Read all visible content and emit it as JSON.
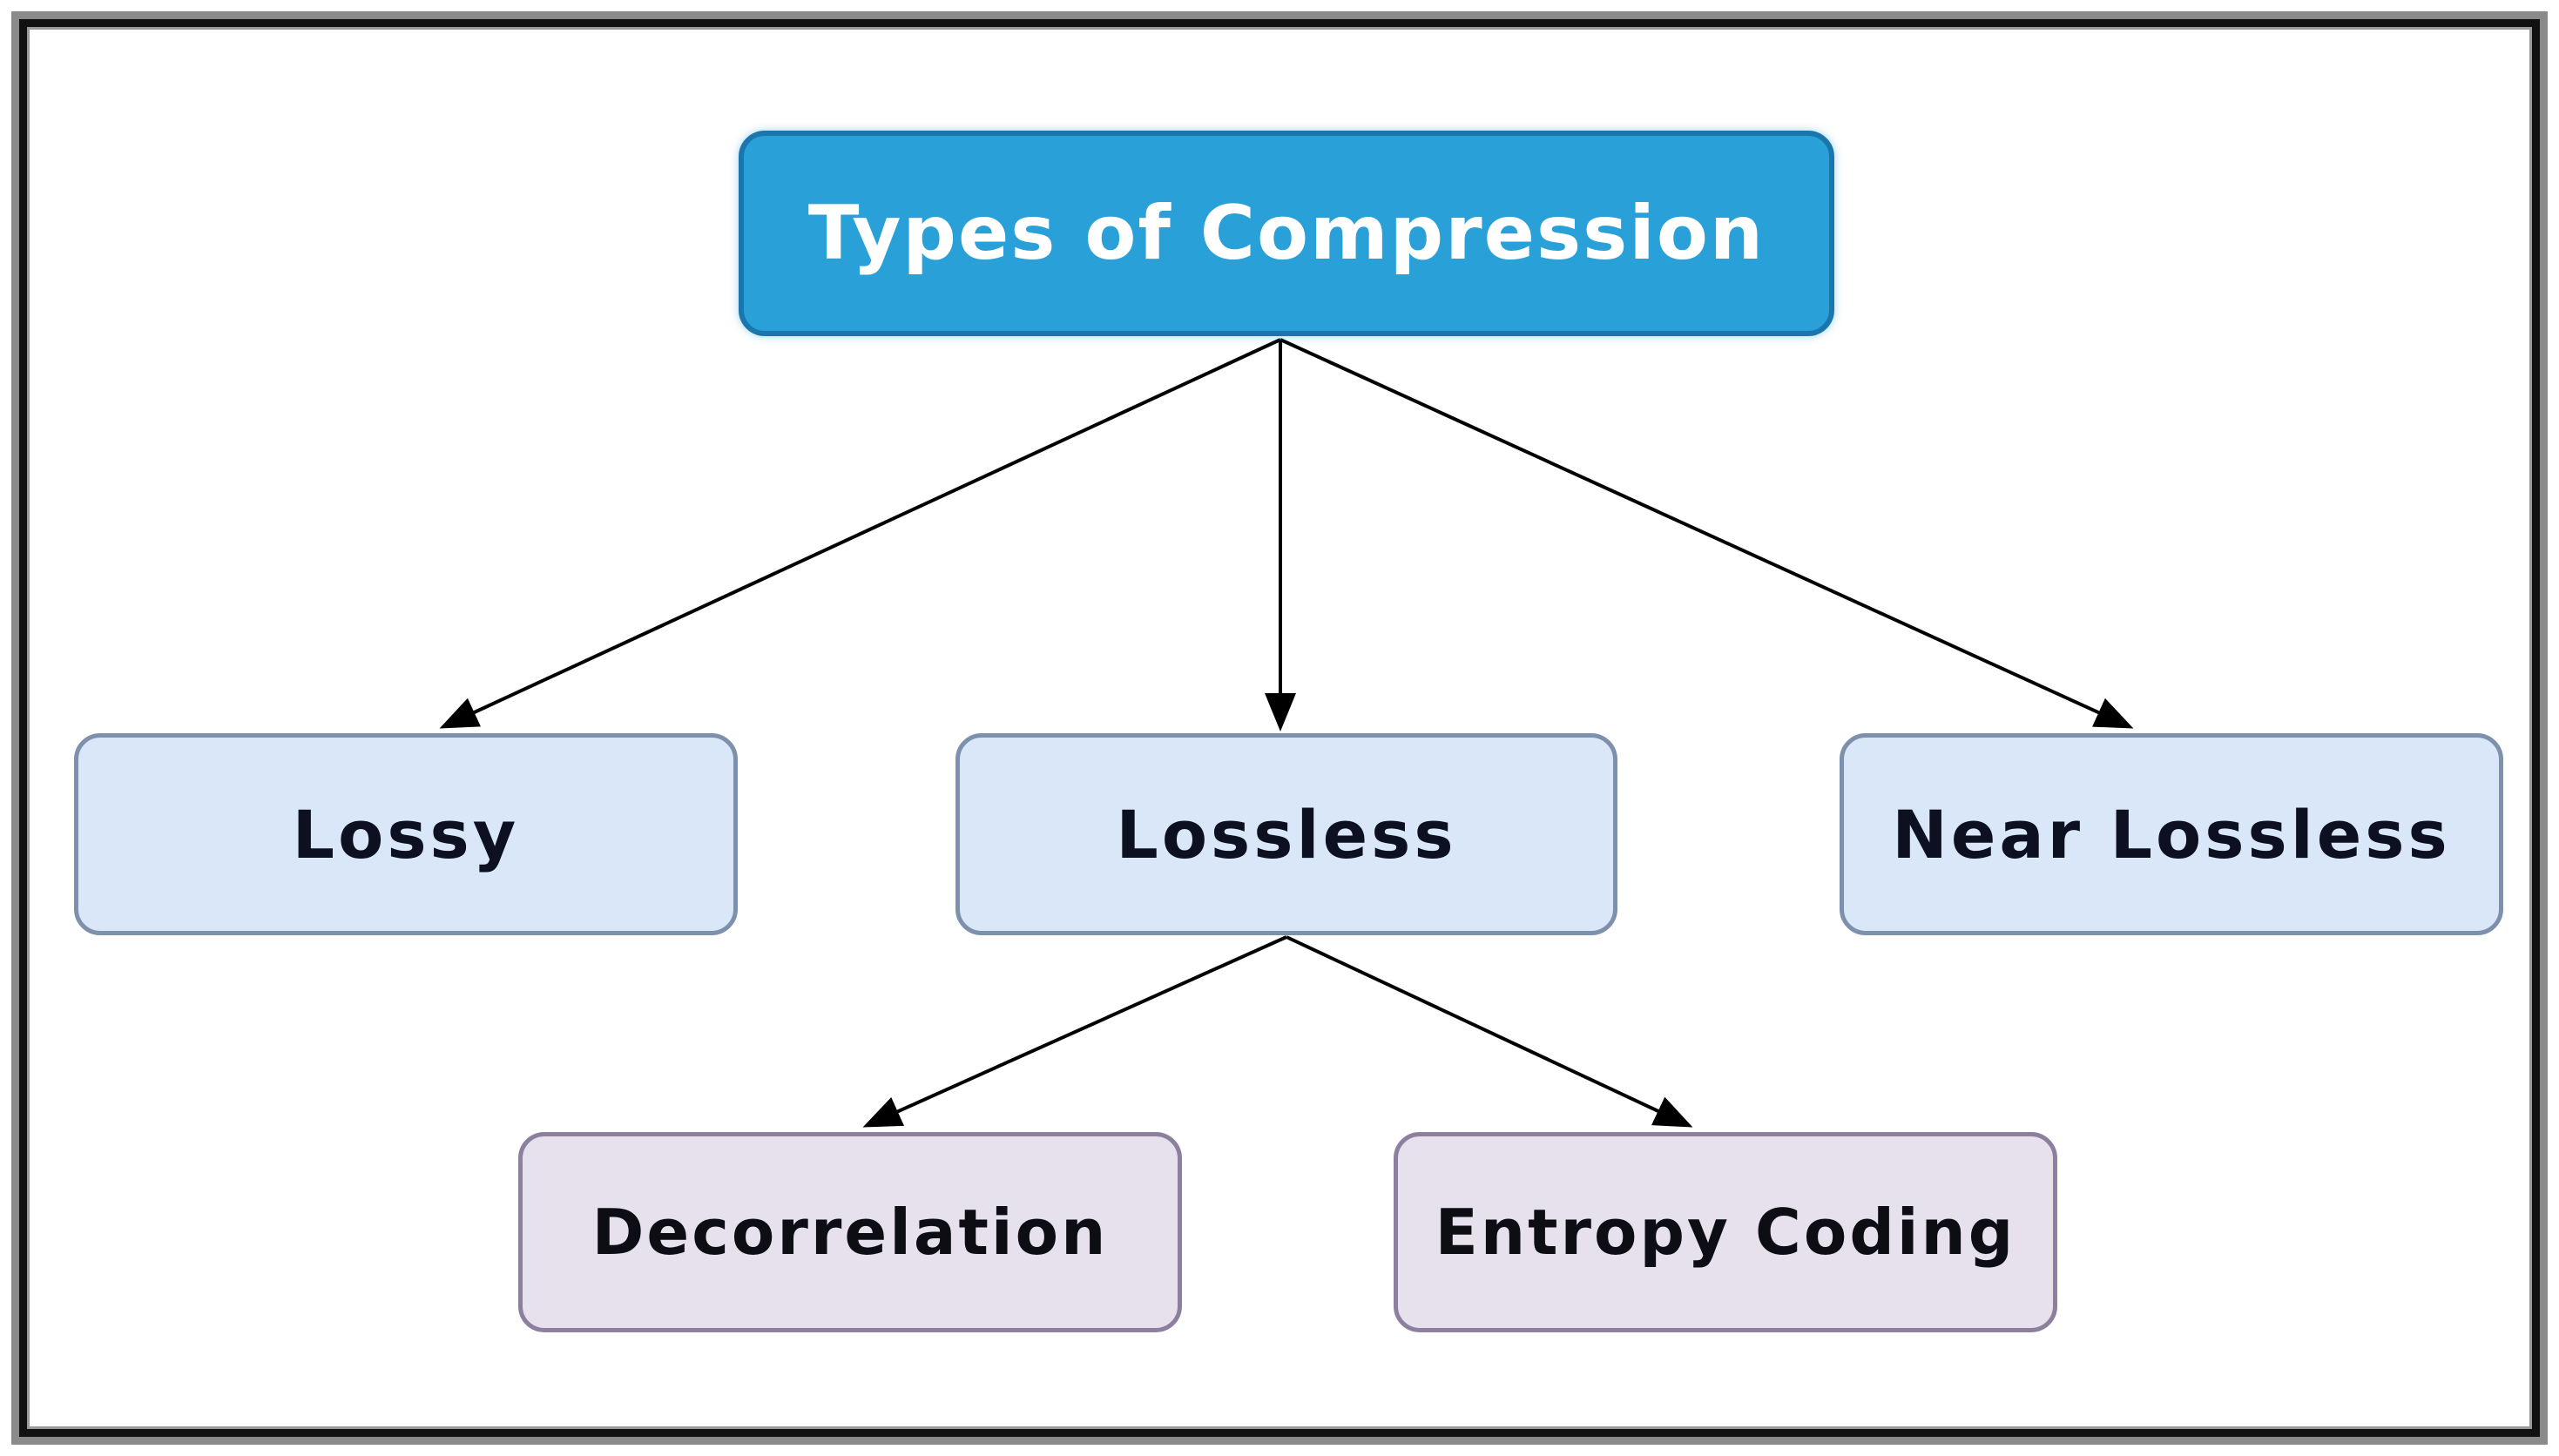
{
  "diagram": {
    "type": "flowchart",
    "background_color": "#ffffff",
    "frame_colors": {
      "outer": "#8a8a8a",
      "inner": "#111111"
    },
    "arrow_color": "#000000",
    "nodes": [
      {
        "id": "types-of-compression",
        "label": "Types of Compression",
        "level": "root",
        "fill": "#29a0d8",
        "border": "#1b76ad",
        "text_color": "#ffffff"
      },
      {
        "id": "lossy",
        "label": "Lossy",
        "level": "child",
        "fill": "#dae7f8",
        "border": "#7d90ac",
        "text_color": "#0c1020"
      },
      {
        "id": "lossless",
        "label": "Lossless",
        "level": "child",
        "fill": "#dae7f8",
        "border": "#7d90ac",
        "text_color": "#0c1020"
      },
      {
        "id": "near-lossless",
        "label": "Near Lossless",
        "level": "child",
        "fill": "#dae7f8",
        "border": "#7d90ac",
        "text_color": "#0c1020"
      },
      {
        "id": "decorrelation",
        "label": "Decorrelation",
        "level": "grandchild",
        "fill": "#e7e0ed",
        "border": "#8d7f9e",
        "text_color": "#0d0d14"
      },
      {
        "id": "entropy-coding",
        "label": "Entropy Coding",
        "level": "grandchild",
        "fill": "#e7e0ed",
        "border": "#8d7f9e",
        "text_color": "#0d0d14"
      }
    ],
    "edges": [
      {
        "from": "types-of-compression",
        "to": "lossy"
      },
      {
        "from": "types-of-compression",
        "to": "lossless"
      },
      {
        "from": "types-of-compression",
        "to": "near-lossless"
      },
      {
        "from": "lossless",
        "to": "decorrelation"
      },
      {
        "from": "lossless",
        "to": "entropy-coding"
      }
    ]
  }
}
